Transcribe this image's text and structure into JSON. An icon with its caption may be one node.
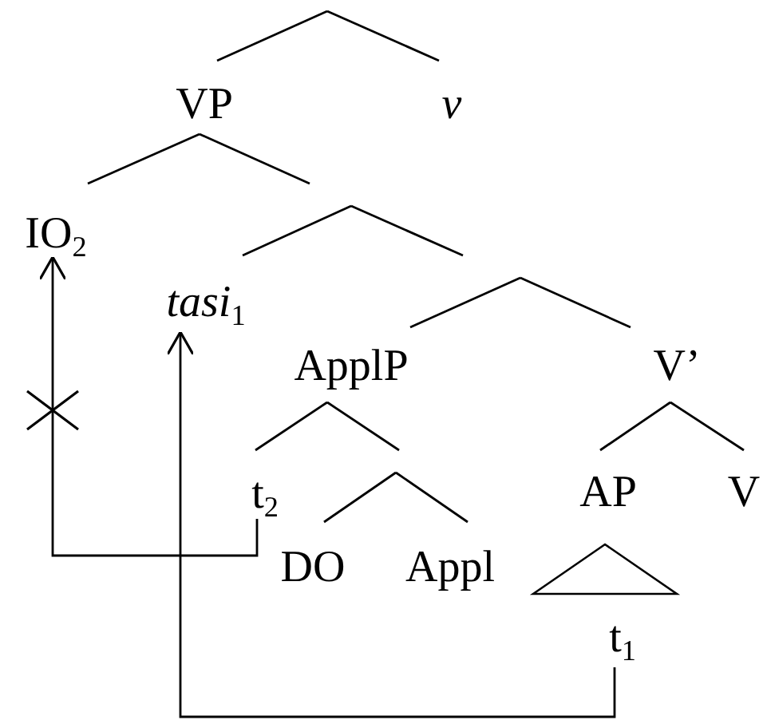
{
  "diagram": {
    "nodes": [
      {
        "text": [
          "VP"
        ]
      },
      {
        "text": [
          "v"
        ]
      },
      {
        "text": [
          "IO$_{2}$"
        ]
      },
      {
        "text": [
          "*tasi*$_{1}$"
        ]
      },
      {
        "text": [
          "ApplP"
        ]
      },
      {
        "text": [
          "V’"
        ]
      },
      {
        "text": [
          "t$_{2}$"
        ]
      },
      {
        "text": [
          "AP"
        ]
      },
      {
        "text": [
          "V"
        ]
      },
      {
        "text": [
          "DO"
        ]
      },
      {
        "text": [
          "Appl"
        ]
      },
      {
        "text": [],
        "shape": "triangle"
      },
      {
        "text": [
          "t$_{1}$"
        ]
      }
    ],
    "edges": [
      {
        "from": null,
        "to": 0,
        "arrow": "none"
      },
      {
        "from": null,
        "to": 1,
        "arrow": "none"
      },
      {
        "from": 0,
        "to": 2,
        "arrow": "none"
      },
      {
        "from": 0,
        "to": null,
        "arrow": "none"
      },
      {
        "from": null,
        "to": 3,
        "arrow": "none"
      },
      {
        "from": null,
        "to": 4,
        "arrow": "none"
      },
      {
        "from": null,
        "to": 5,
        "arrow": "none"
      },
      {
        "from": 4,
        "to": 6,
        "arrow": "none"
      },
      {
        "from": 4,
        "to": null,
        "arrow": "none"
      },
      {
        "from": null,
        "to": 9,
        "arrow": "none"
      },
      {
        "from": null,
        "to": 10,
        "arrow": "none"
      },
      {
        "from": 5,
        "to": 7,
        "arrow": "none"
      },
      {
        "from": 5,
        "to": 8,
        "arrow": "none"
      },
      {
        "from": 6,
        "to": 2,
        "arrow": "to"
      },
      {
        "from": 12,
        "to": 3,
        "arrow": "to"
      }
    ]
  }
}
